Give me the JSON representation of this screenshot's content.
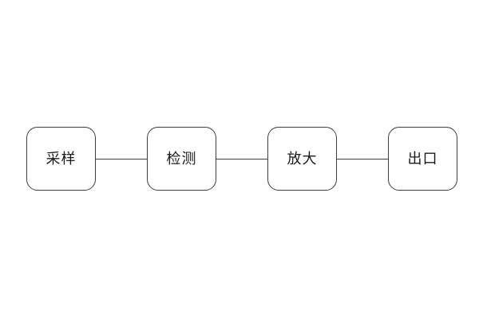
{
  "diagram": {
    "type": "flowchart",
    "direction": "left-to-right",
    "stroke_color": "#3d3d3d",
    "text_color": "#1a1a1a",
    "background_color": "#ffffff",
    "nodes": [
      {
        "id": "sampling",
        "label": "采样"
      },
      {
        "id": "detection",
        "label": "检测"
      },
      {
        "id": "amplification",
        "label": "放大"
      },
      {
        "id": "output",
        "label": "出口"
      }
    ],
    "connections": [
      {
        "from": "sampling",
        "to": "detection"
      },
      {
        "from": "detection",
        "to": "amplification"
      },
      {
        "from": "amplification",
        "to": "output"
      }
    ]
  }
}
